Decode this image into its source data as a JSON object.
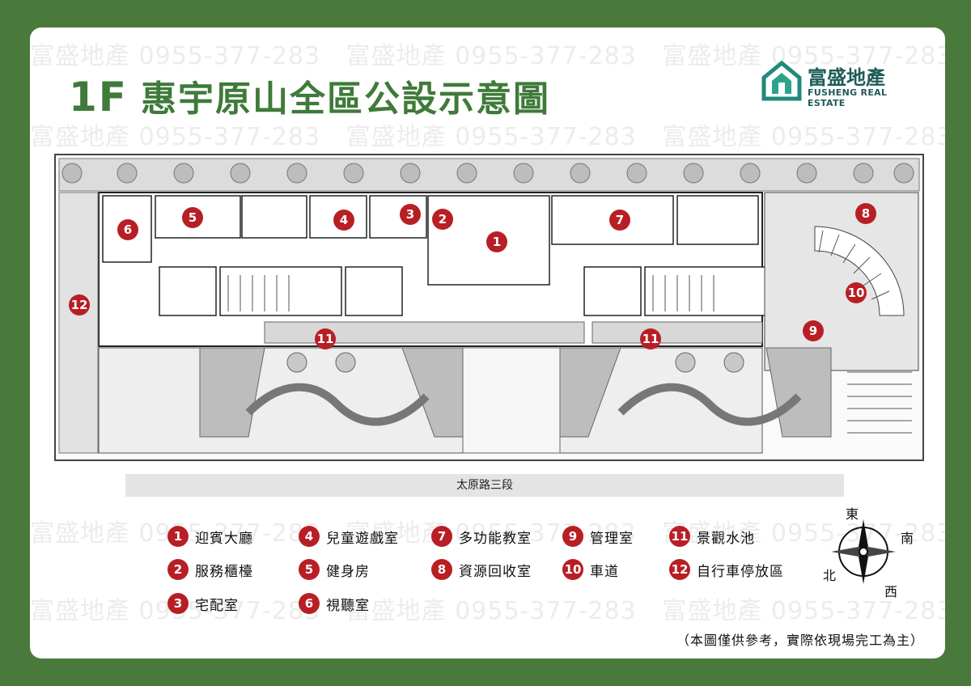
{
  "title": {
    "floor": "1F",
    "text": "惠宇原山全區公設示意圖"
  },
  "brand": {
    "name": "富盛地產",
    "subtitle": "FUSHENG REAL ESTATE"
  },
  "watermark": "富盛地產 0955-377-283",
  "road_label": "太原路三段",
  "plan_markers": [
    {
      "num": "1"
    },
    {
      "num": "2"
    },
    {
      "num": "3"
    },
    {
      "num": "4"
    },
    {
      "num": "5"
    },
    {
      "num": "6"
    },
    {
      "num": "7"
    },
    {
      "num": "8"
    },
    {
      "num": "9"
    },
    {
      "num": "10"
    },
    {
      "num": "11"
    },
    {
      "num": "11"
    },
    {
      "num": "12"
    }
  ],
  "legend": [
    {
      "num": "1",
      "label": "迎賓大廳"
    },
    {
      "num": "2",
      "label": "服務櫃檯"
    },
    {
      "num": "3",
      "label": "宅配室"
    },
    {
      "num": "4",
      "label": "兒童遊戲室"
    },
    {
      "num": "5",
      "label": "健身房"
    },
    {
      "num": "6",
      "label": "視聽室"
    },
    {
      "num": "7",
      "label": "多功能教室"
    },
    {
      "num": "8",
      "label": "資源回收室"
    },
    {
      "num": "9",
      "label": "管理室"
    },
    {
      "num": "10",
      "label": "車道"
    },
    {
      "num": "11",
      "label": "景觀水池"
    },
    {
      "num": "12",
      "label": "自行車停放區"
    }
  ],
  "compass": {
    "east": "東",
    "south": "南",
    "west": "西",
    "north": "北"
  },
  "note": "（本圖僅供參考，實際依現場完工為主）",
  "colors": {
    "background": "#4a7a3b",
    "title": "#3f7a3a",
    "badge": "#b81f25",
    "brand": "#1f5c5a"
  }
}
